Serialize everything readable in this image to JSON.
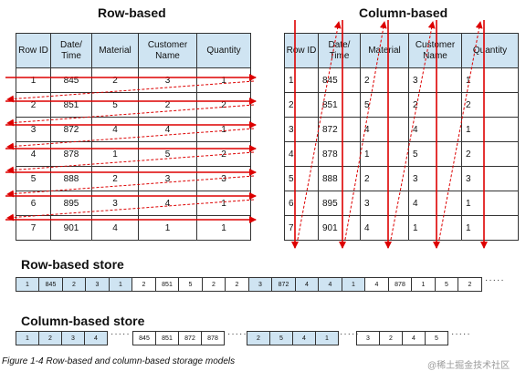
{
  "row_title": "Row-based",
  "col_title": "Column-based",
  "headers": [
    "Row ID",
    "Date/ Time",
    "Material",
    "Customer Name",
    "Quantity"
  ],
  "rows": [
    [
      "1",
      "845",
      "2",
      "3",
      "1"
    ],
    [
      "2",
      "851",
      "5",
      "2",
      "2"
    ],
    [
      "3",
      "872",
      "4",
      "4",
      "1"
    ],
    [
      "4",
      "878",
      "1",
      "5",
      "2"
    ],
    [
      "5",
      "888",
      "2",
      "3",
      "3"
    ],
    [
      "6",
      "895",
      "3",
      "4",
      "1"
    ],
    [
      "7",
      "901",
      "4",
      "1",
      "1"
    ]
  ],
  "row_store_title": "Row-based store",
  "row_store_cells": [
    "1",
    "845",
    "2",
    "3",
    "1",
    "2",
    "851",
    "5",
    "2",
    "2",
    "3",
    "872",
    "4",
    "4",
    "1",
    "4",
    "878",
    "1",
    "5",
    "2"
  ],
  "col_store_title": "Column-based store",
  "col_store_groups": [
    [
      "1",
      "2",
      "3",
      "4"
    ],
    [
      "845",
      "851",
      "872",
      "878"
    ],
    [
      "2",
      "5",
      "4",
      "1"
    ],
    [
      "3",
      "2",
      "4",
      "5"
    ]
  ],
  "caption": "Figure 1-4   Row-based and column-based storage models",
  "watermark": "@稀土掘金技术社区",
  "colors": {
    "header_blue": "#cfe4f2",
    "arrow_red": "#dd0000"
  }
}
